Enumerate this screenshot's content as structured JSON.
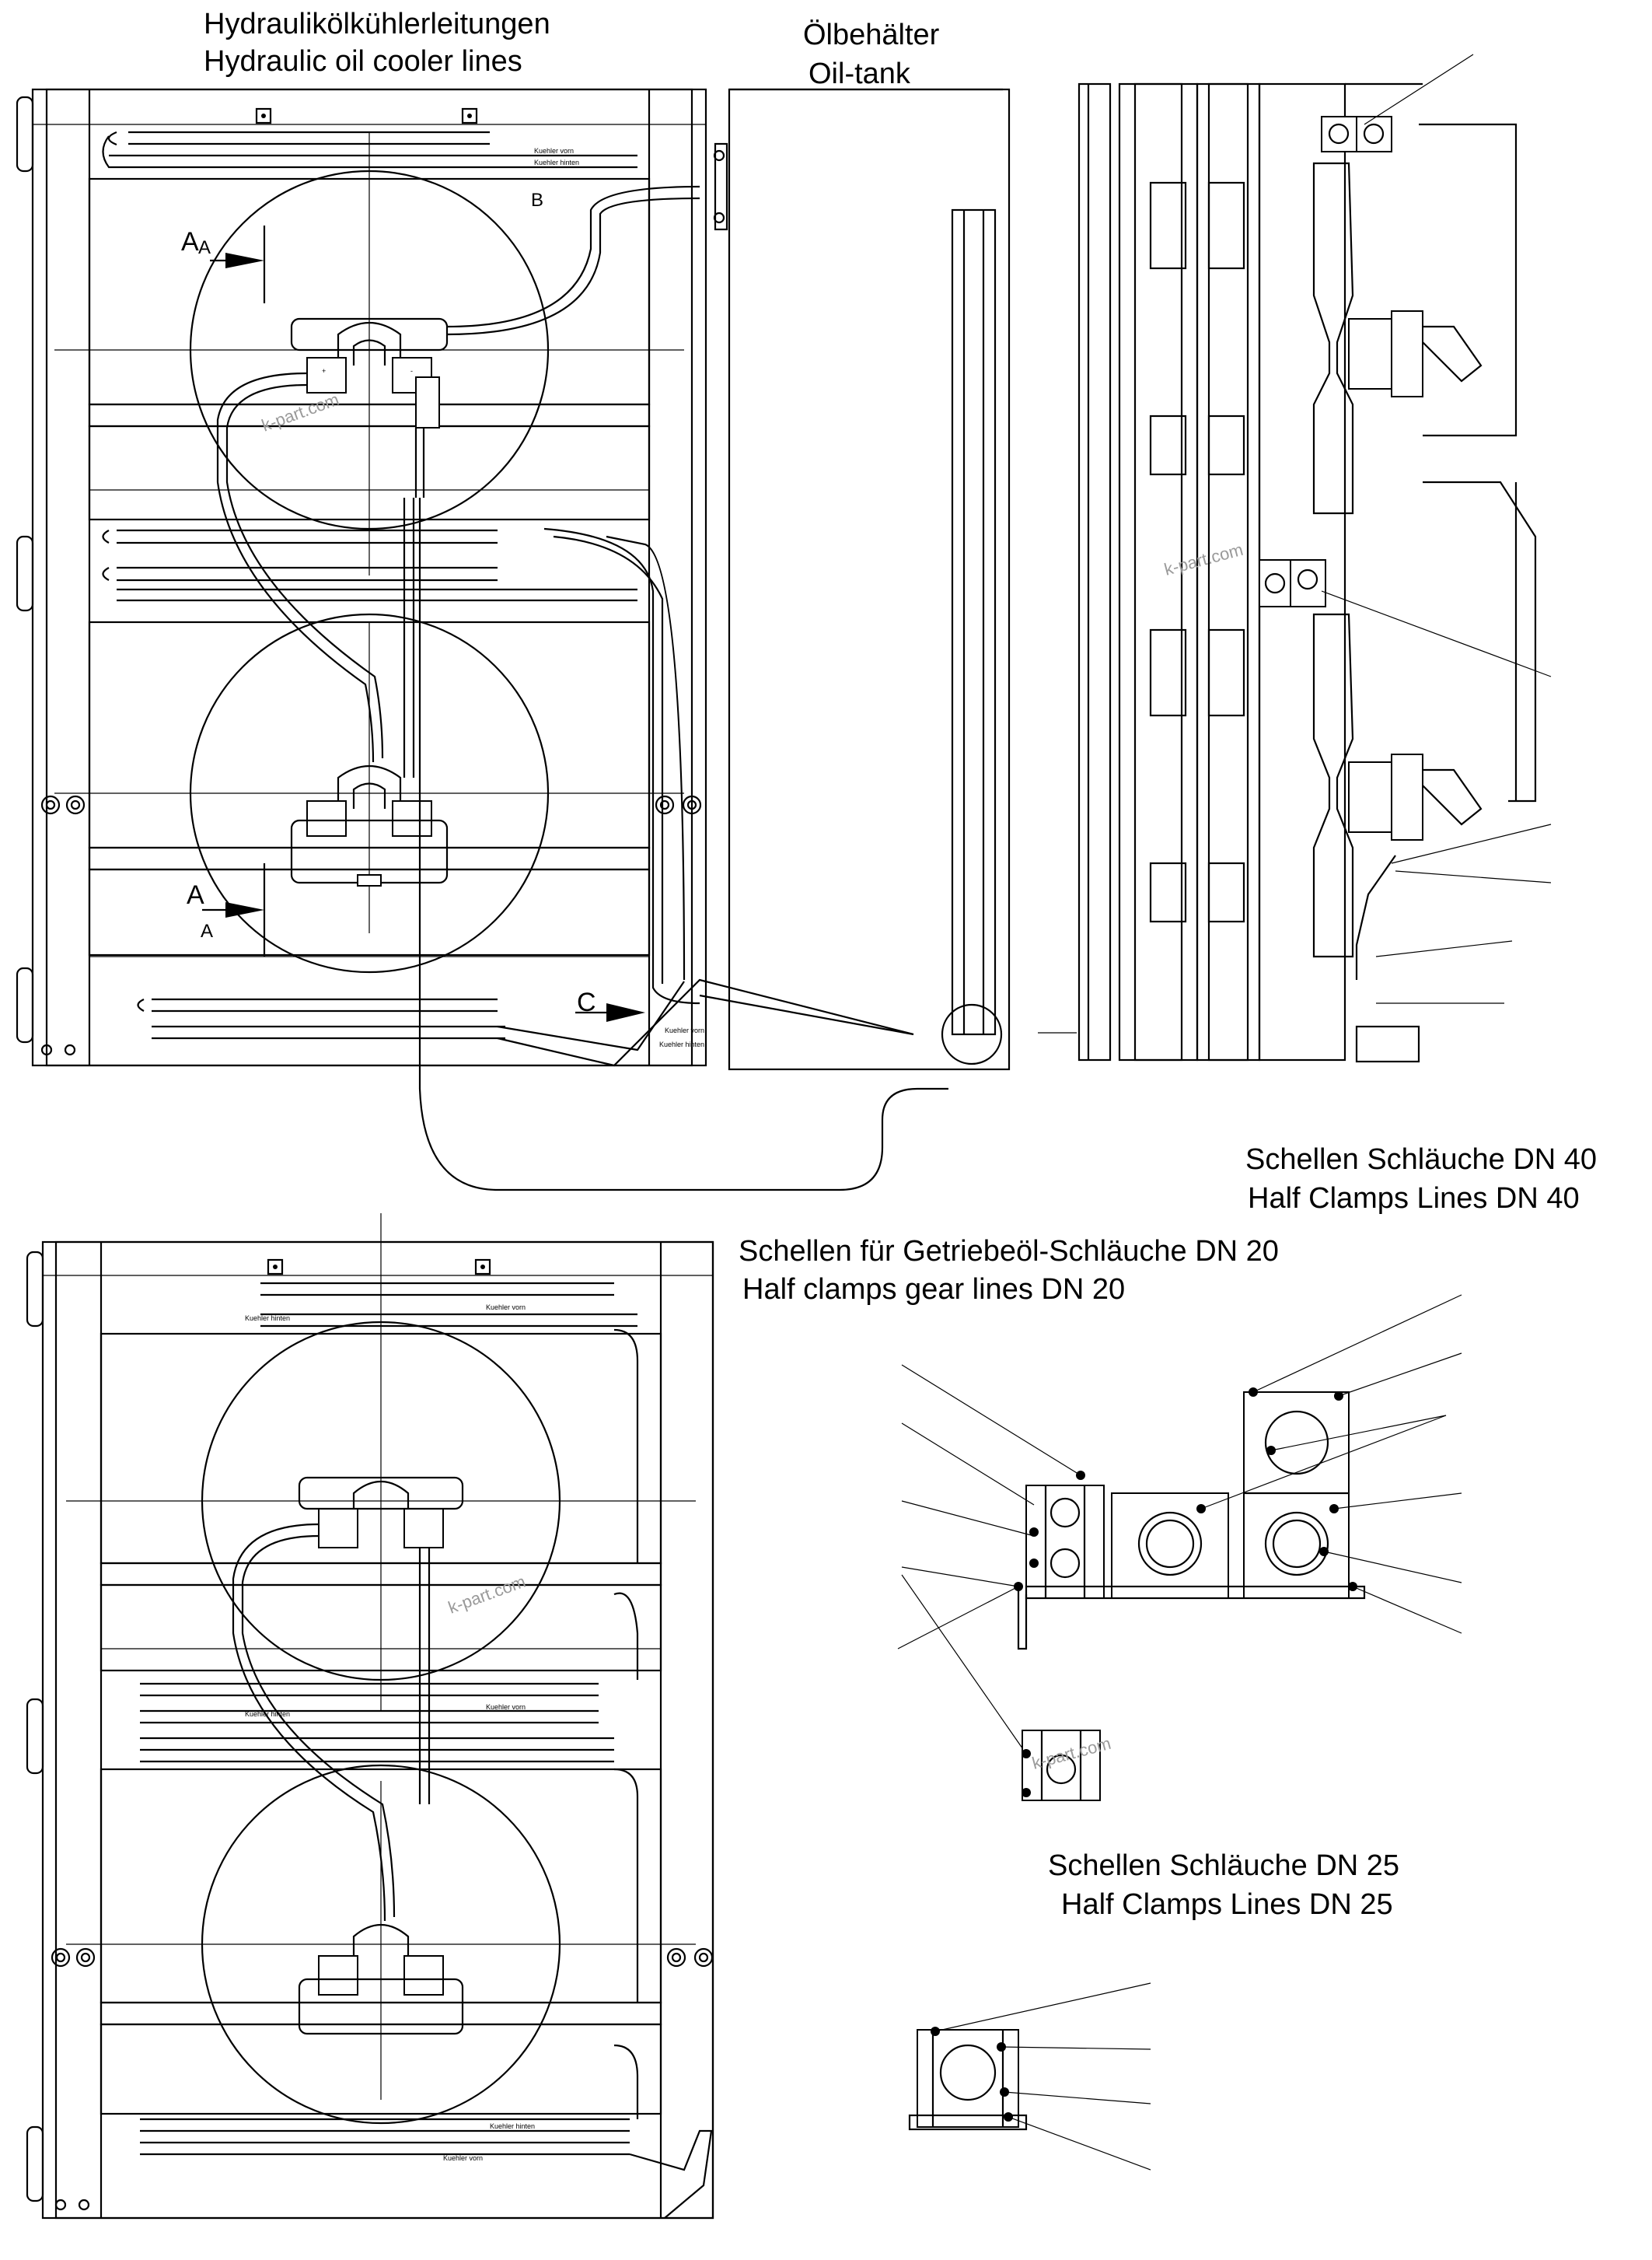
{
  "titles": {
    "cooler_lines_de": "Hydraulikölkühlerleitungen",
    "cooler_lines_en": "Hydraulic oil cooler lines",
    "oil_tank_de": "Ölbehälter",
    "oil_tank_en": "Oil-tank",
    "clamps_dn40_de": "Schellen Schläuche DN 40",
    "clamps_dn40_en": "Half Clamps Lines DN 40",
    "clamps_dn20_de": "Schellen für Getriebeöl-Schläuche DN 20",
    "clamps_dn20_en": "Half clamps gear lines DN 20",
    "clamps_dn25_de": "Schellen Schläuche DN 25",
    "clamps_dn25_en": "Half Clamps Lines DN 25"
  },
  "section_markers": {
    "a1": "A",
    "a1_small": "A",
    "a2": "A",
    "a2_small": "A",
    "b": "B",
    "c": "C"
  },
  "small_labels": {
    "kuehler_vorn": "Kuehler vorn",
    "kuehler_hinten": "Kuehler hinten",
    "plus": "+",
    "minus": "-"
  },
  "watermark": "k-part.com"
}
